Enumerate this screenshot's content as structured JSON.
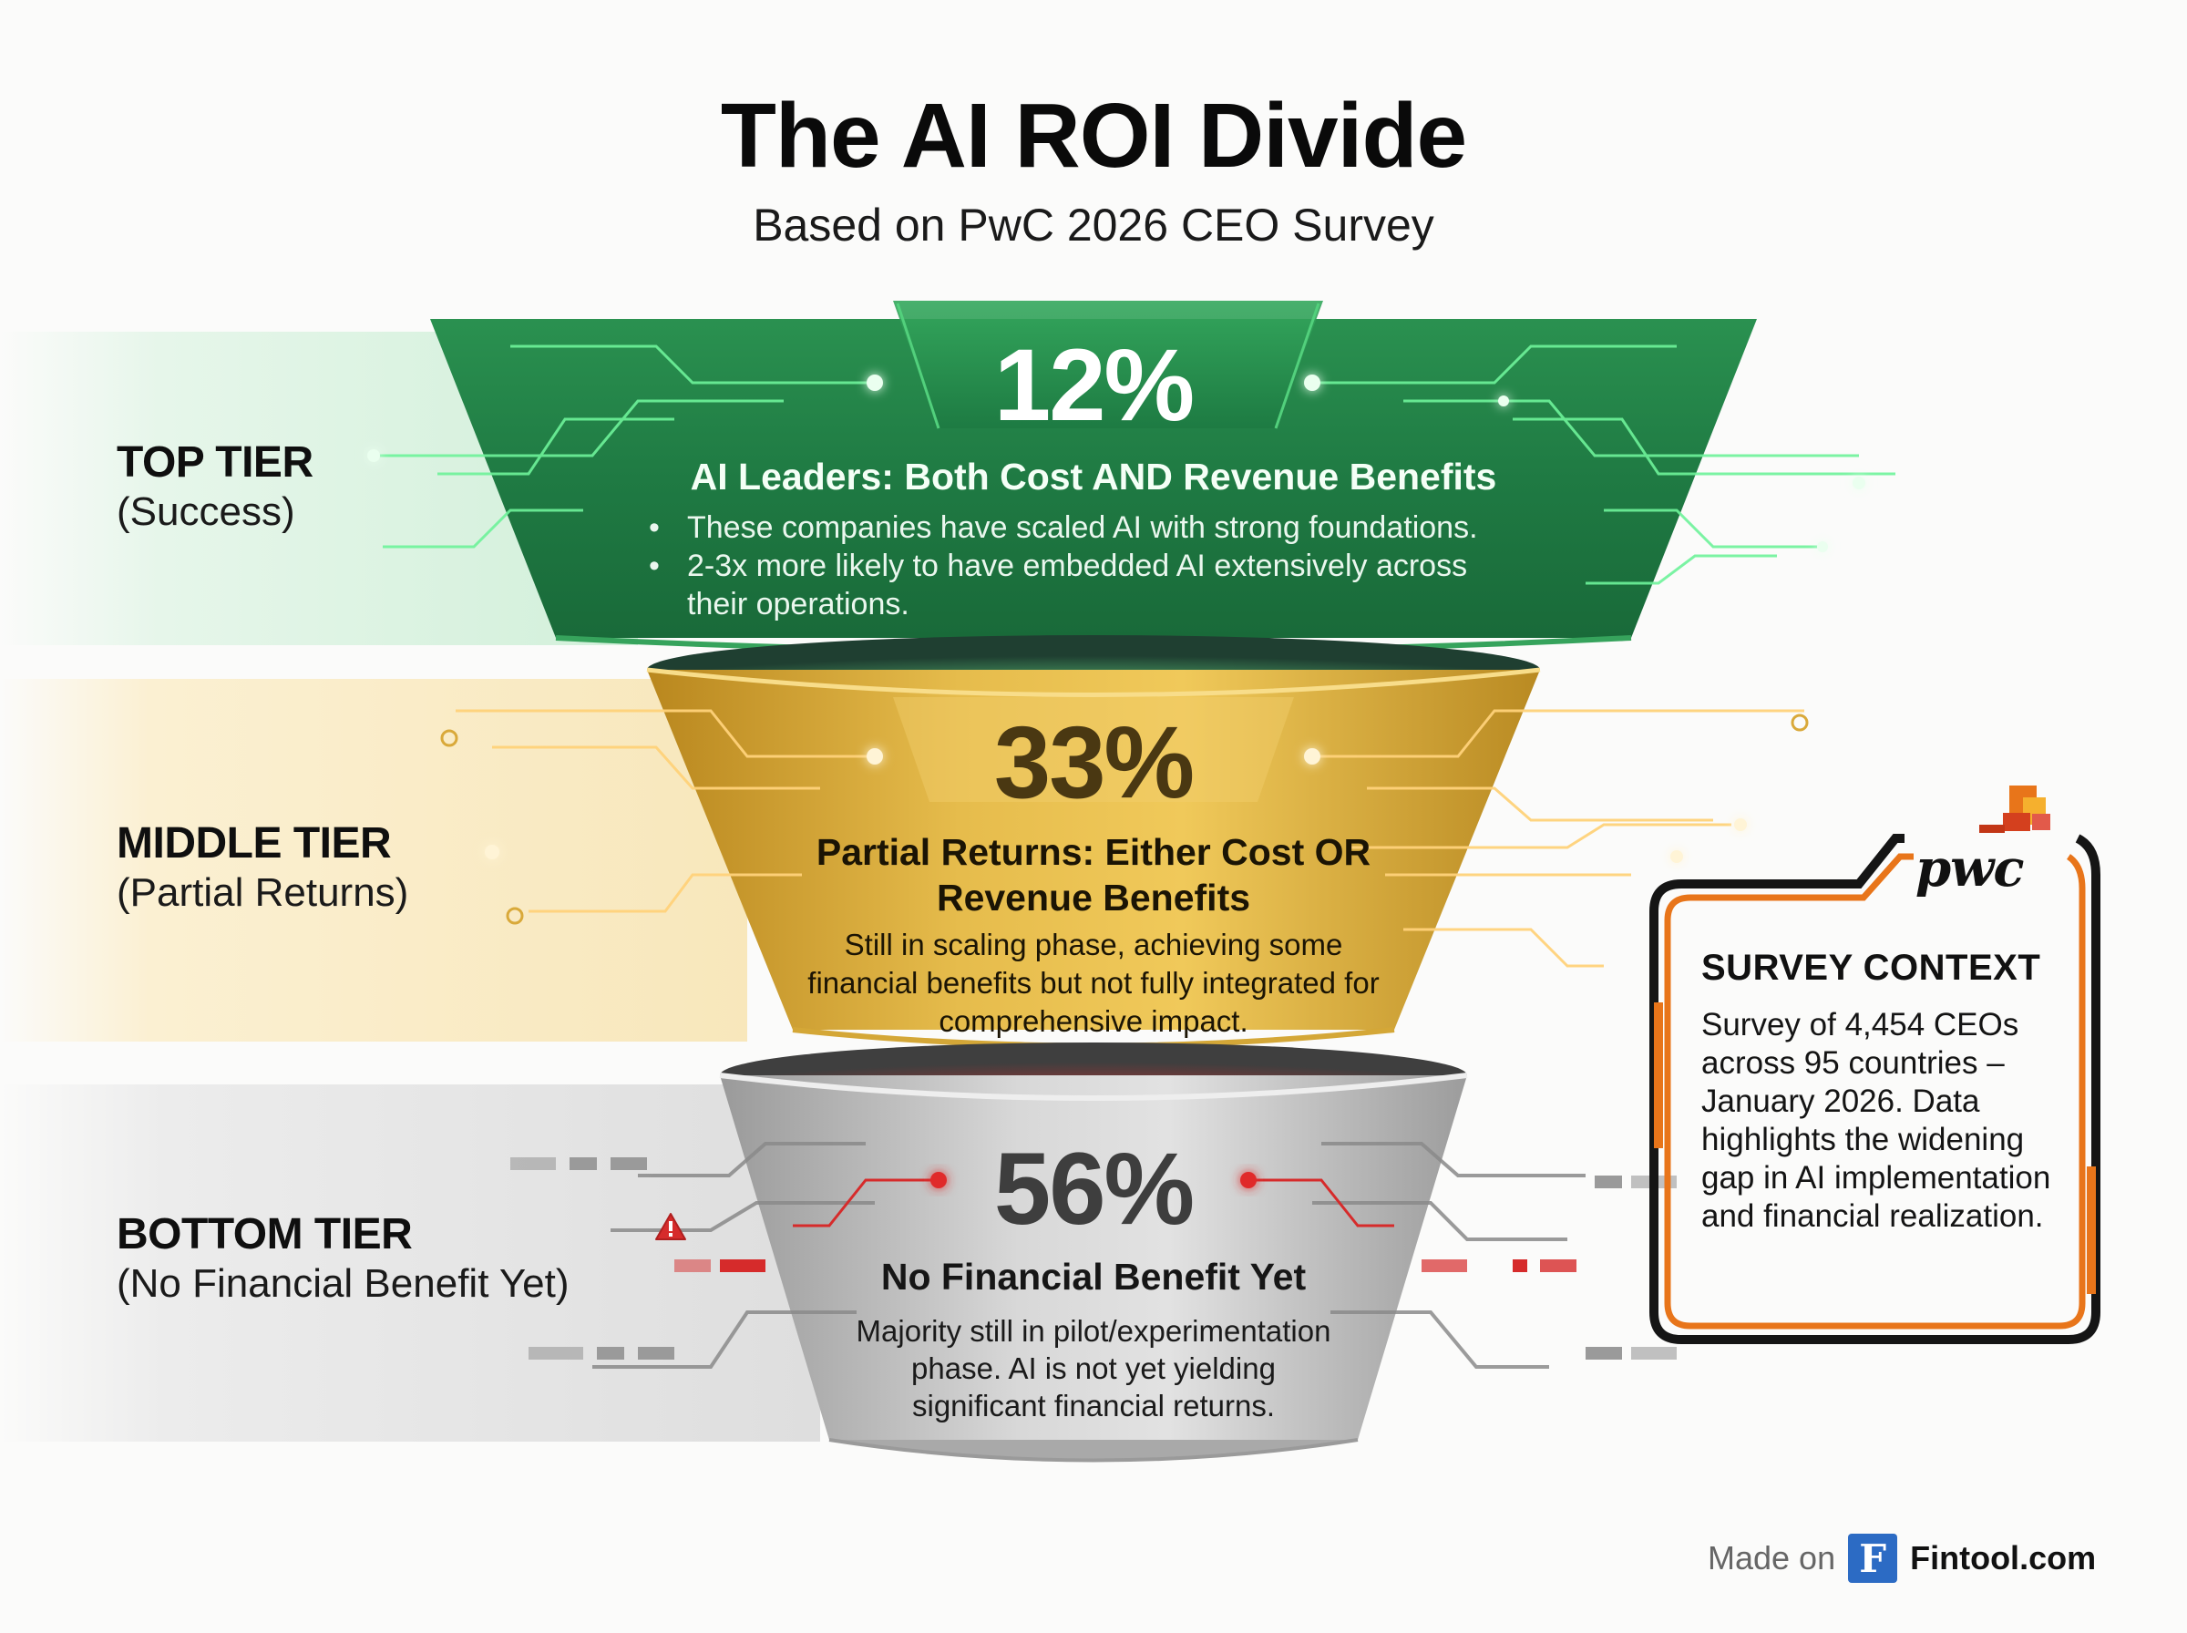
{
  "header": {
    "title": "The AI ROI Divide",
    "subtitle": "Based on PwC 2026 CEO Survey"
  },
  "tiers": [
    {
      "name": "TOP TIER",
      "sublabel": "(Success)",
      "percent": "12%",
      "heading": "AI Leaders: Both Cost AND Revenue Benefits",
      "bullets": [
        "These companies have scaled AI with strong foundations.",
        "2-3x more likely to have embedded AI extensively across",
        "their operations."
      ],
      "color": "#1f7a43",
      "accent": "#5cf08a"
    },
    {
      "name": "MIDDLE TIER",
      "sublabel": "(Partial Returns)",
      "percent": "33%",
      "heading_line1": "Partial Returns: Either Cost OR",
      "heading_line2": "Revenue Benefits",
      "desc_lines": [
        "Still in scaling phase, achieving some",
        "financial benefits but not fully integrated for",
        "comprehensive impact."
      ],
      "color": "#d9a93a",
      "accent": "#ffd27a"
    },
    {
      "name": "BOTTOM TIER",
      "sublabel": "(No Financial Benefit Yet)",
      "percent": "56%",
      "heading": "No Financial Benefit Yet",
      "desc_lines": [
        "Majority still in pilot/experimentation",
        "phase. AI is not yet yielding",
        "significant financial returns."
      ],
      "color": "#bdbdbd",
      "accent": "#e02b2b"
    }
  ],
  "survey": {
    "logo_text": "pwc",
    "title": "SURVEY CONTEXT",
    "body": "Survey of 4,454 CEOs across 95 countries – January 2026. Data highlights the widening gap in AI implementation and financial realization."
  },
  "footer": {
    "made_on": "Made on",
    "logo_letter": "F",
    "brand": "Fintool.com"
  },
  "colors": {
    "green": "#1f7a43",
    "gold": "#d9a93a",
    "gray": "#bdbdbd",
    "orange": "#e8751a",
    "red": "#d62b2b",
    "fintool_blue": "#2c6bc4"
  }
}
